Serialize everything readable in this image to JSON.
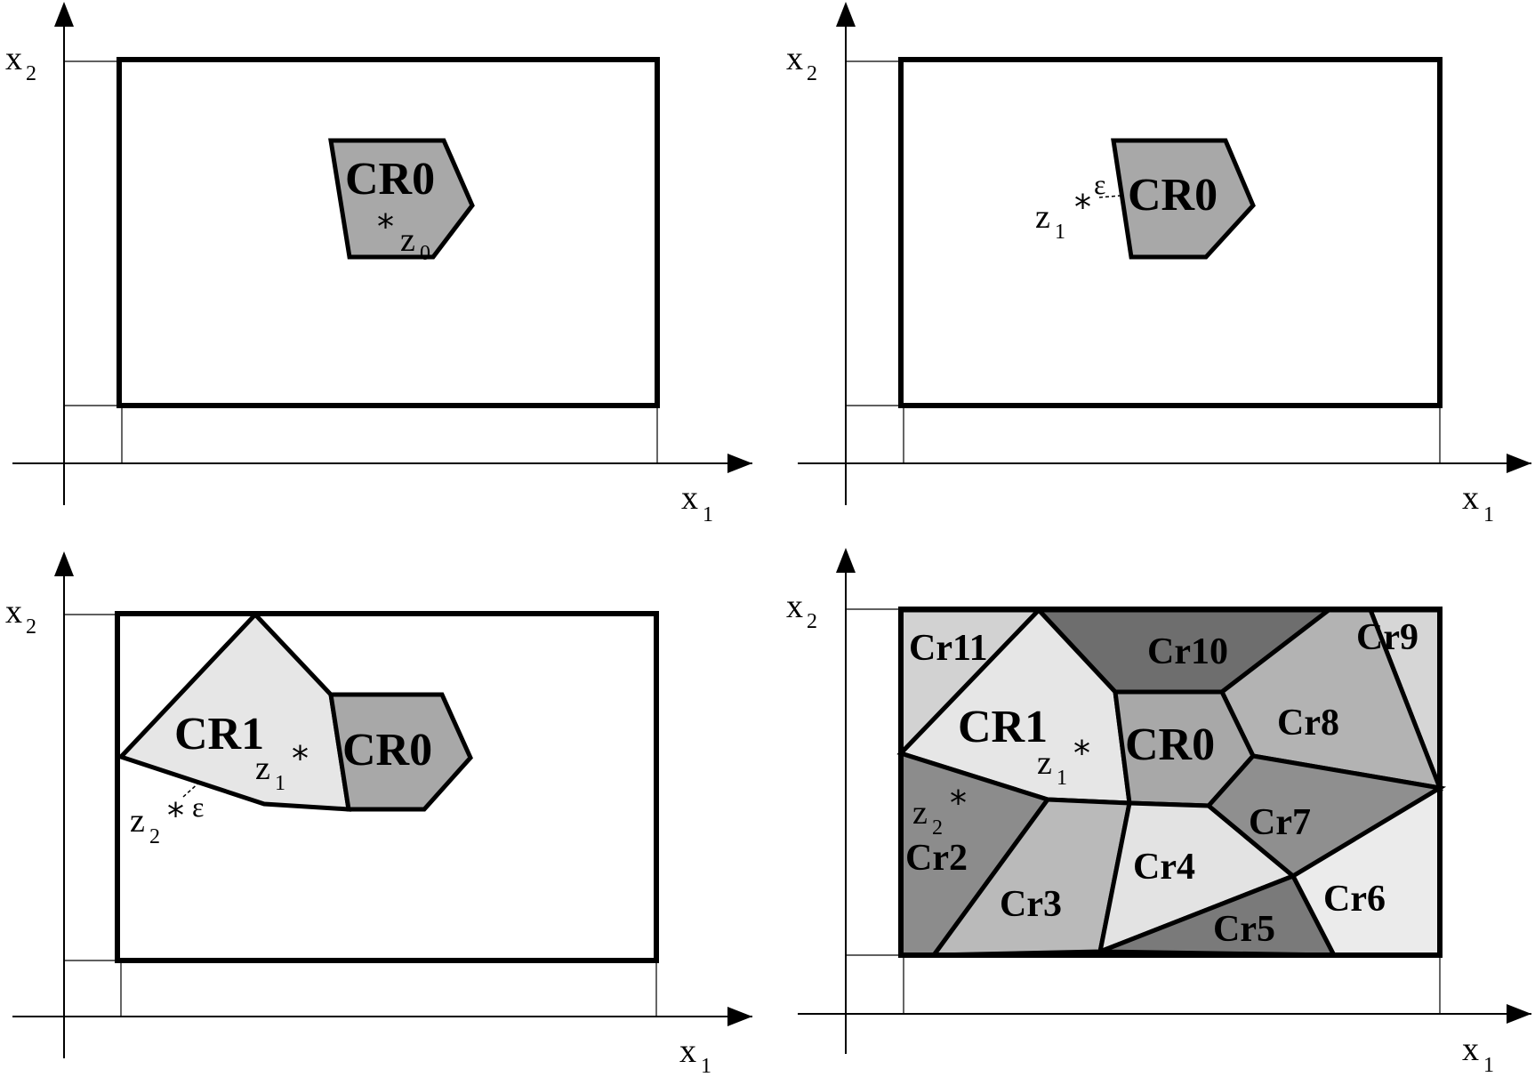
{
  "axis_labels": {
    "x": "x",
    "x_sub": "1",
    "y": "x",
    "y_sub": "2"
  },
  "colors": {
    "cr0": "#a8a8a8",
    "cr1": "#e6e6e6",
    "cr2": "#8c8c8c",
    "cr3": "#bababa",
    "cr4": "#e3e3e3",
    "cr5": "#7a7a7a",
    "cr6": "#ebebeb",
    "cr7": "#8f8f8f",
    "cr8": "#b3b3b3",
    "cr9": "#d6d6d6",
    "cr10": "#6e6e6e",
    "cr11": "#d2d2d2"
  },
  "panel1": {
    "region": "CR0",
    "point_z": "z",
    "point_sub": "0",
    "star": "*"
  },
  "panel2": {
    "region": "CR0",
    "point_z": "z",
    "point_sub": "1",
    "star": "*",
    "epsilon": "ε"
  },
  "panel3": {
    "region0": "CR0",
    "region1": "CR1",
    "z1": "z",
    "z1_sub": "1",
    "z2": "z",
    "z2_sub": "2",
    "star": "*",
    "epsilon": "ε"
  },
  "panel4": {
    "cr0": "CR0",
    "cr1": "CR1",
    "cr2": "Cr2",
    "cr3": "Cr3",
    "cr4": "Cr4",
    "cr5": "Cr5",
    "cr6": "Cr6",
    "cr7": "Cr7",
    "cr8": "Cr8",
    "cr9": "Cr9",
    "cr10": "Cr10",
    "cr11": "Cr11",
    "z1": "z",
    "z1_sub": "1",
    "z2": "z",
    "z2_sub": "2",
    "star": "*"
  }
}
